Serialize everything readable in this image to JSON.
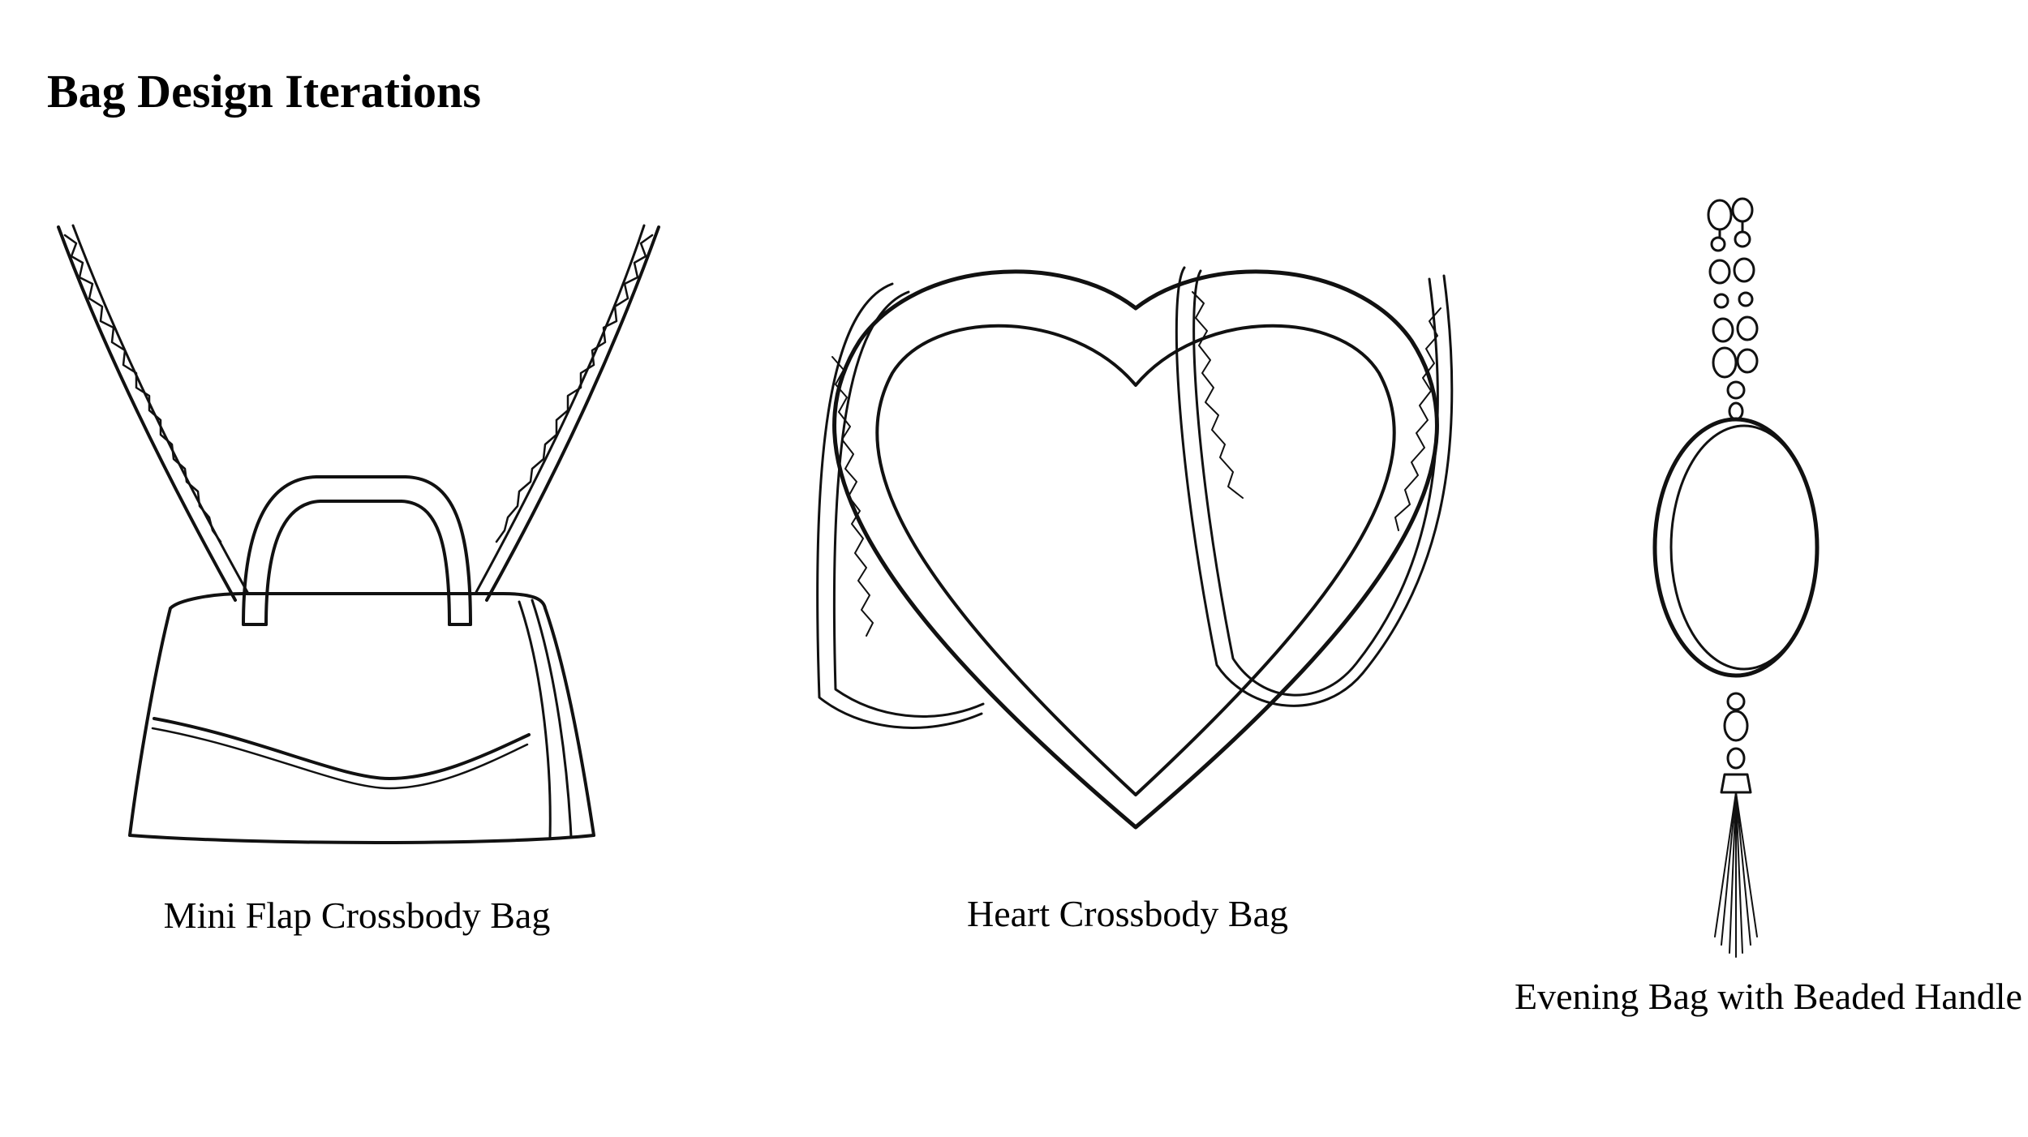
{
  "page": {
    "title": "Bag Design Iterations"
  },
  "designs": [
    {
      "caption": "Mini Flap Crossbody Bag",
      "illustration": "mini-flap-crossbody-bag-sketch"
    },
    {
      "caption": "Heart Crossbody Bag",
      "illustration": "heart-crossbody-bag-sketch"
    },
    {
      "caption": "Evening Bag with Beaded Handle",
      "illustration": "evening-bag-beaded-handle-sketch"
    }
  ],
  "colors": {
    "background": "#ffffff",
    "ink": "#111111"
  }
}
